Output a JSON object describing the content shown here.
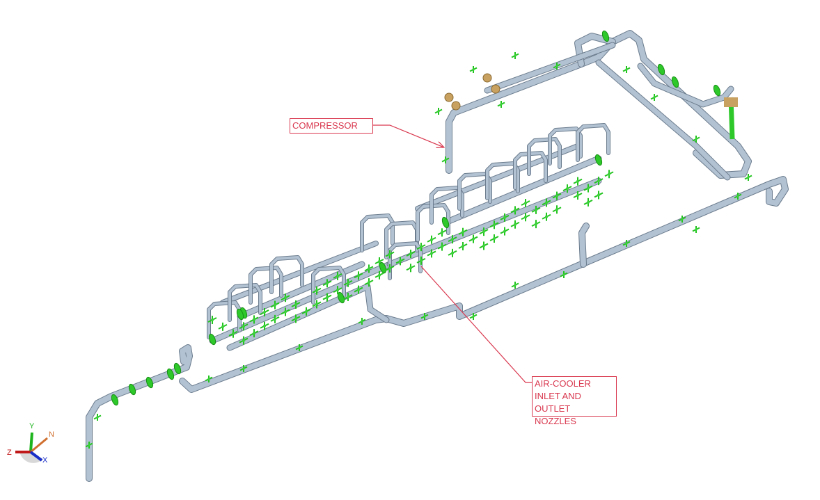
{
  "annotations": {
    "compressor": "COMPRESSOR",
    "air_cooler_lines": [
      "AIR-COOLER",
      "INLET AND",
      "OUTLET NOZZLES"
    ]
  },
  "axis_triad": {
    "y": "Y",
    "n": "N",
    "z": "Z",
    "x": "X"
  },
  "colors": {
    "pipe": "#b3c2d2",
    "support": "#22c41e",
    "callout": "#d9384f",
    "valve": "#c8a060"
  }
}
